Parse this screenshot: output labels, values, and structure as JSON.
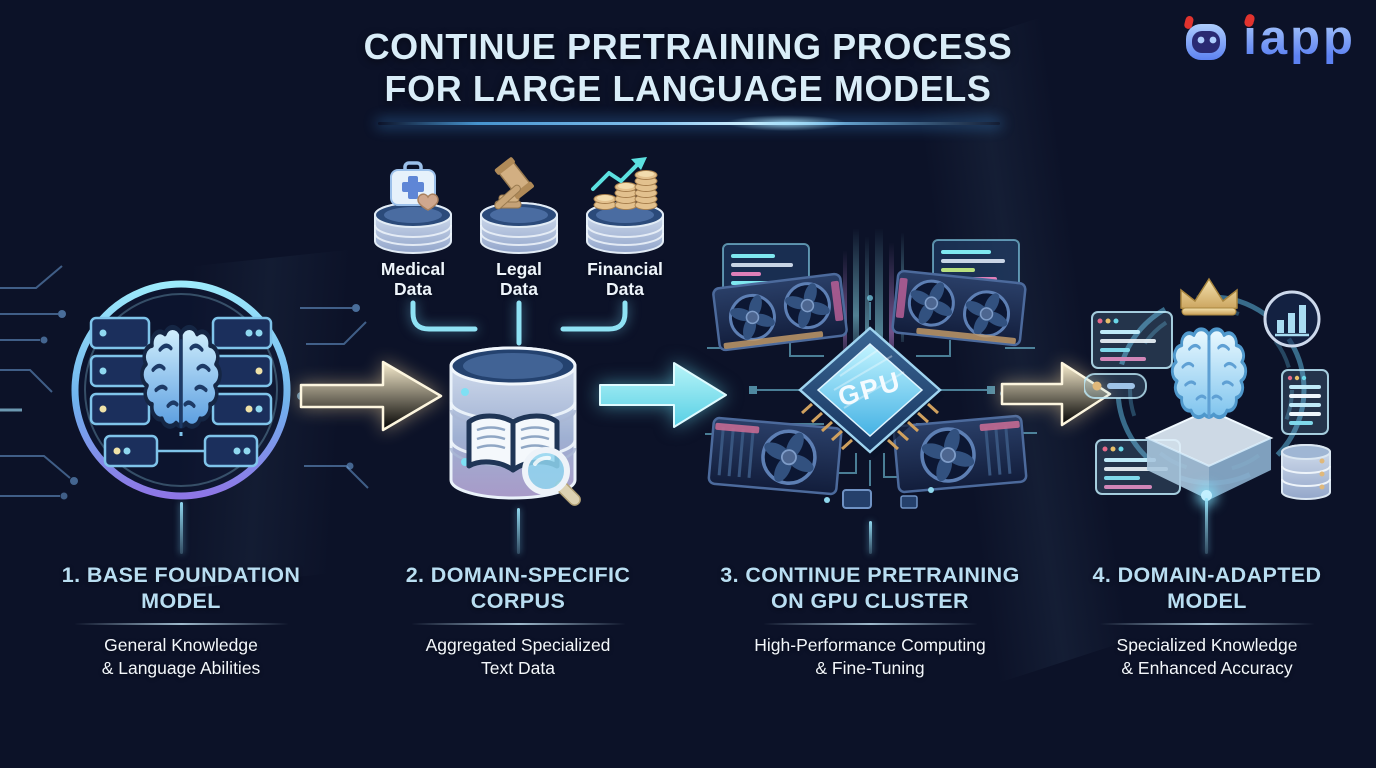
{
  "title": {
    "line1": "CONTINUE PRETRAINING PROCESS",
    "line2": "FOR LARGE LANGUAGE MODELS"
  },
  "logo": {
    "brand": "iapp"
  },
  "data_sources": [
    {
      "line1": "Medical",
      "line2": "Data"
    },
    {
      "line1": "Legal",
      "line2": "Data"
    },
    {
      "line1": "Financial",
      "line2": "Data"
    }
  ],
  "gpu": {
    "chip_label": "GPU"
  },
  "steps": [
    {
      "title_line1": "1. BASE FOUNDATION",
      "title_line2": "MODEL",
      "subtitle_line1": "General Knowledge",
      "subtitle_line2": "& Language Abilities"
    },
    {
      "title_line1": "2. DOMAIN-SPECIFIC",
      "title_line2": "CORPUS",
      "subtitle_line1": "Aggregated Specialized",
      "subtitle_line2": "Text Data"
    },
    {
      "title_line1": "3. CONTINUE PRETRAINING",
      "title_line2": "ON GPU CLUSTER",
      "subtitle_line1": "High-Performance Computing",
      "subtitle_line2": "& Fine-Tuning"
    },
    {
      "title_line1": "4. DOMAIN-ADAPTED",
      "title_line2": "MODEL",
      "subtitle_line1": "Specialized Knowledge",
      "subtitle_line2": "& Enhanced Accuracy"
    }
  ],
  "colors": {
    "heading": "#b9def2",
    "subtitle": "#f3f7fb",
    "accent_cyan": "#7fe0f4",
    "arrow_gold": "#f0ddb0",
    "bg_purple": "#2b1a5b",
    "bg_blue": "#15304f",
    "bg_teal": "#1e5f6e",
    "logo_blue": "#5d82f2",
    "logo_red": "#e1332e"
  }
}
